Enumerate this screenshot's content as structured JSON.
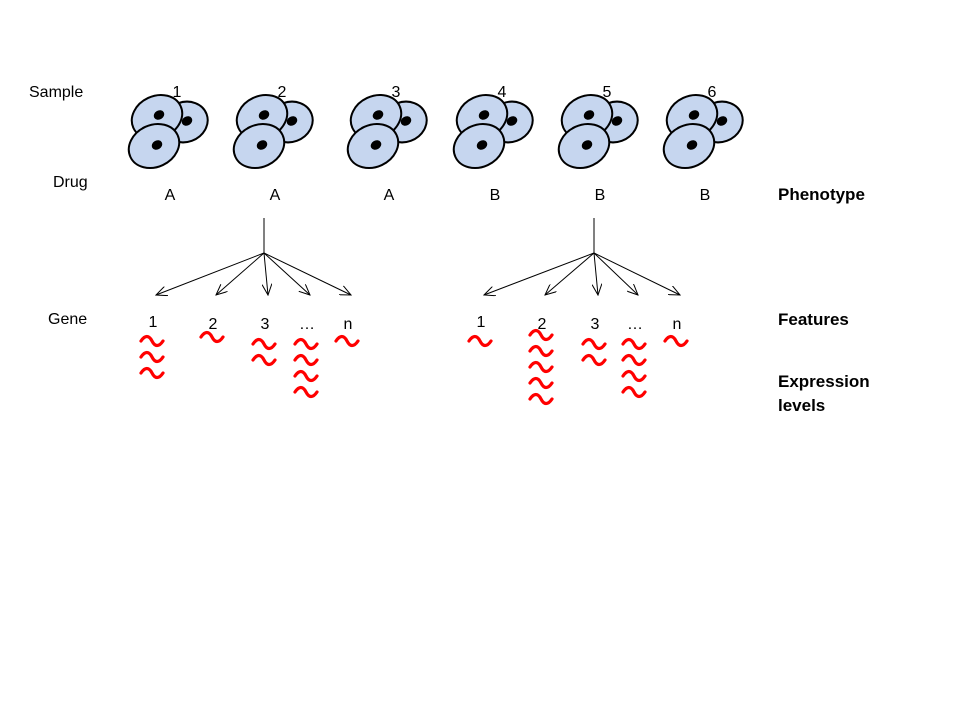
{
  "row_labels": {
    "sample": "Sample",
    "drug": "Drug",
    "gene": "Gene"
  },
  "right_labels": {
    "phenotype": "Phenotype",
    "features": "Features",
    "expression": "Expression levels"
  },
  "samples": [
    {
      "number": "1",
      "drug": "A"
    },
    {
      "number": "2",
      "drug": "A"
    },
    {
      "number": "3",
      "drug": "A"
    },
    {
      "number": "4",
      "drug": "B"
    },
    {
      "number": "5",
      "drug": "B"
    },
    {
      "number": "6",
      "drug": "B"
    }
  ],
  "gene_groups": [
    {
      "source_sample": "2",
      "genes": [
        {
          "label": "1",
          "expression_count": 3
        },
        {
          "label": "2",
          "expression_count": 1
        },
        {
          "label": "3",
          "expression_count": 2
        },
        {
          "label": "…",
          "expression_count": 4
        },
        {
          "label": "n",
          "expression_count": 1
        }
      ]
    },
    {
      "source_sample": "5",
      "genes": [
        {
          "label": "1",
          "expression_count": 1
        },
        {
          "label": "2",
          "expression_count": 5
        },
        {
          "label": "3",
          "expression_count": 2
        },
        {
          "label": "…",
          "expression_count": 4
        },
        {
          "label": "n",
          "expression_count": 1
        }
      ]
    }
  ],
  "colors": {
    "cell_fill": "#c6d6ef",
    "cell_stroke": "#000000",
    "nucleus": "#000000",
    "expression": "#ff0000",
    "arrow": "#000000"
  }
}
